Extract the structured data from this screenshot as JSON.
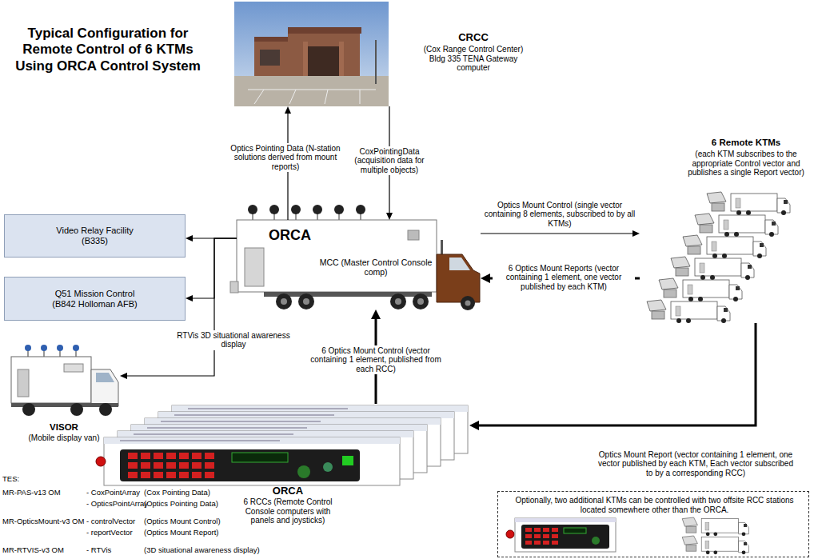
{
  "diagram": {
    "title": "Typical Configuration for Remote Control of 6 KTMs Using ORCA Control System",
    "nodes": [
      {
        "text": [
          "CRCC",
          "(Cox Range Control Center) Bldg 335 TENA Gateway computer"
        ]
      },
      {
        "text": [
          "ORCA",
          "MCC (Master Control Console comp)"
        ]
      },
      {
        "text": [
          "Video Relay Facility (B335)"
        ]
      },
      {
        "text": [
          "Q51 Mission Control (B842 Holloman AFB)"
        ]
      },
      {
        "text": [
          "6 Remote KTMs",
          "(each KTM subscribes to the appropriate Control vector and publishes a single Report vector)"
        ]
      },
      {
        "text": [
          "VISOR",
          "(Mobile display van)"
        ]
      },
      {
        "text": [
          "ORCA",
          "6 RCCs (Remote Control Console computers with panels and joysticks)"
        ]
      },
      {
        "text": [
          "Optionally, two additional KTMs can be controlled with two offsite RCC stations located somewhere other than the ORCA."
        ]
      }
    ],
    "edges": [
      {
        "from": 1,
        "to": 0,
        "arrow": "to",
        "label": "Optics Pointing Data (N-station solutions derived from mount reports)"
      },
      {
        "from": 0,
        "to": 1,
        "arrow": "to",
        "label": "CoxPointingData (acquisition data for multiple objects)"
      },
      {
        "from": 1,
        "to": 2,
        "arrow": "to"
      },
      {
        "from": 1,
        "to": 3,
        "arrow": "to"
      },
      {
        "from": 1,
        "to": 5,
        "arrow": "to",
        "label": "RTVis 3D situational awareness display"
      },
      {
        "from": 1,
        "to": 4,
        "arrow": "to",
        "label": "Optics Mount Control (single vector containing 8 elements, subscribed to by all KTMs)"
      },
      {
        "from": 4,
        "to": 1,
        "arrow": "to",
        "label": "6 Optics Mount Reports (vector containing 1 element, one vector published by each KTM)"
      },
      {
        "from": 6,
        "to": 1,
        "arrow": "to",
        "label": "6 Optics Mount Control (vector containing 1 element, published from each RCC)"
      },
      {
        "from": 4,
        "to": 6,
        "arrow": "to",
        "label": "Optics Mount Report (vector containing 1 element, one vector published by each KTM, Each vector subscribed to by a corresponding RCC)"
      }
    ],
    "labels": [
      "TES:",
      "MR-PAS-v13 OM",
      "- CoxPointArray",
      "(Cox Pointing Data)",
      "- OpticsPointArray",
      "(Optics Pointing Data)",
      "MR-OpticsMount-v3 OM",
      "- controlVector",
      "(Optics Mount Control)",
      "- reportVector",
      "(Optics Mount Report)",
      "MR-RTVIS-v3 OM",
      "- RTVis",
      "(3D situational awareness display)"
    ]
  }
}
